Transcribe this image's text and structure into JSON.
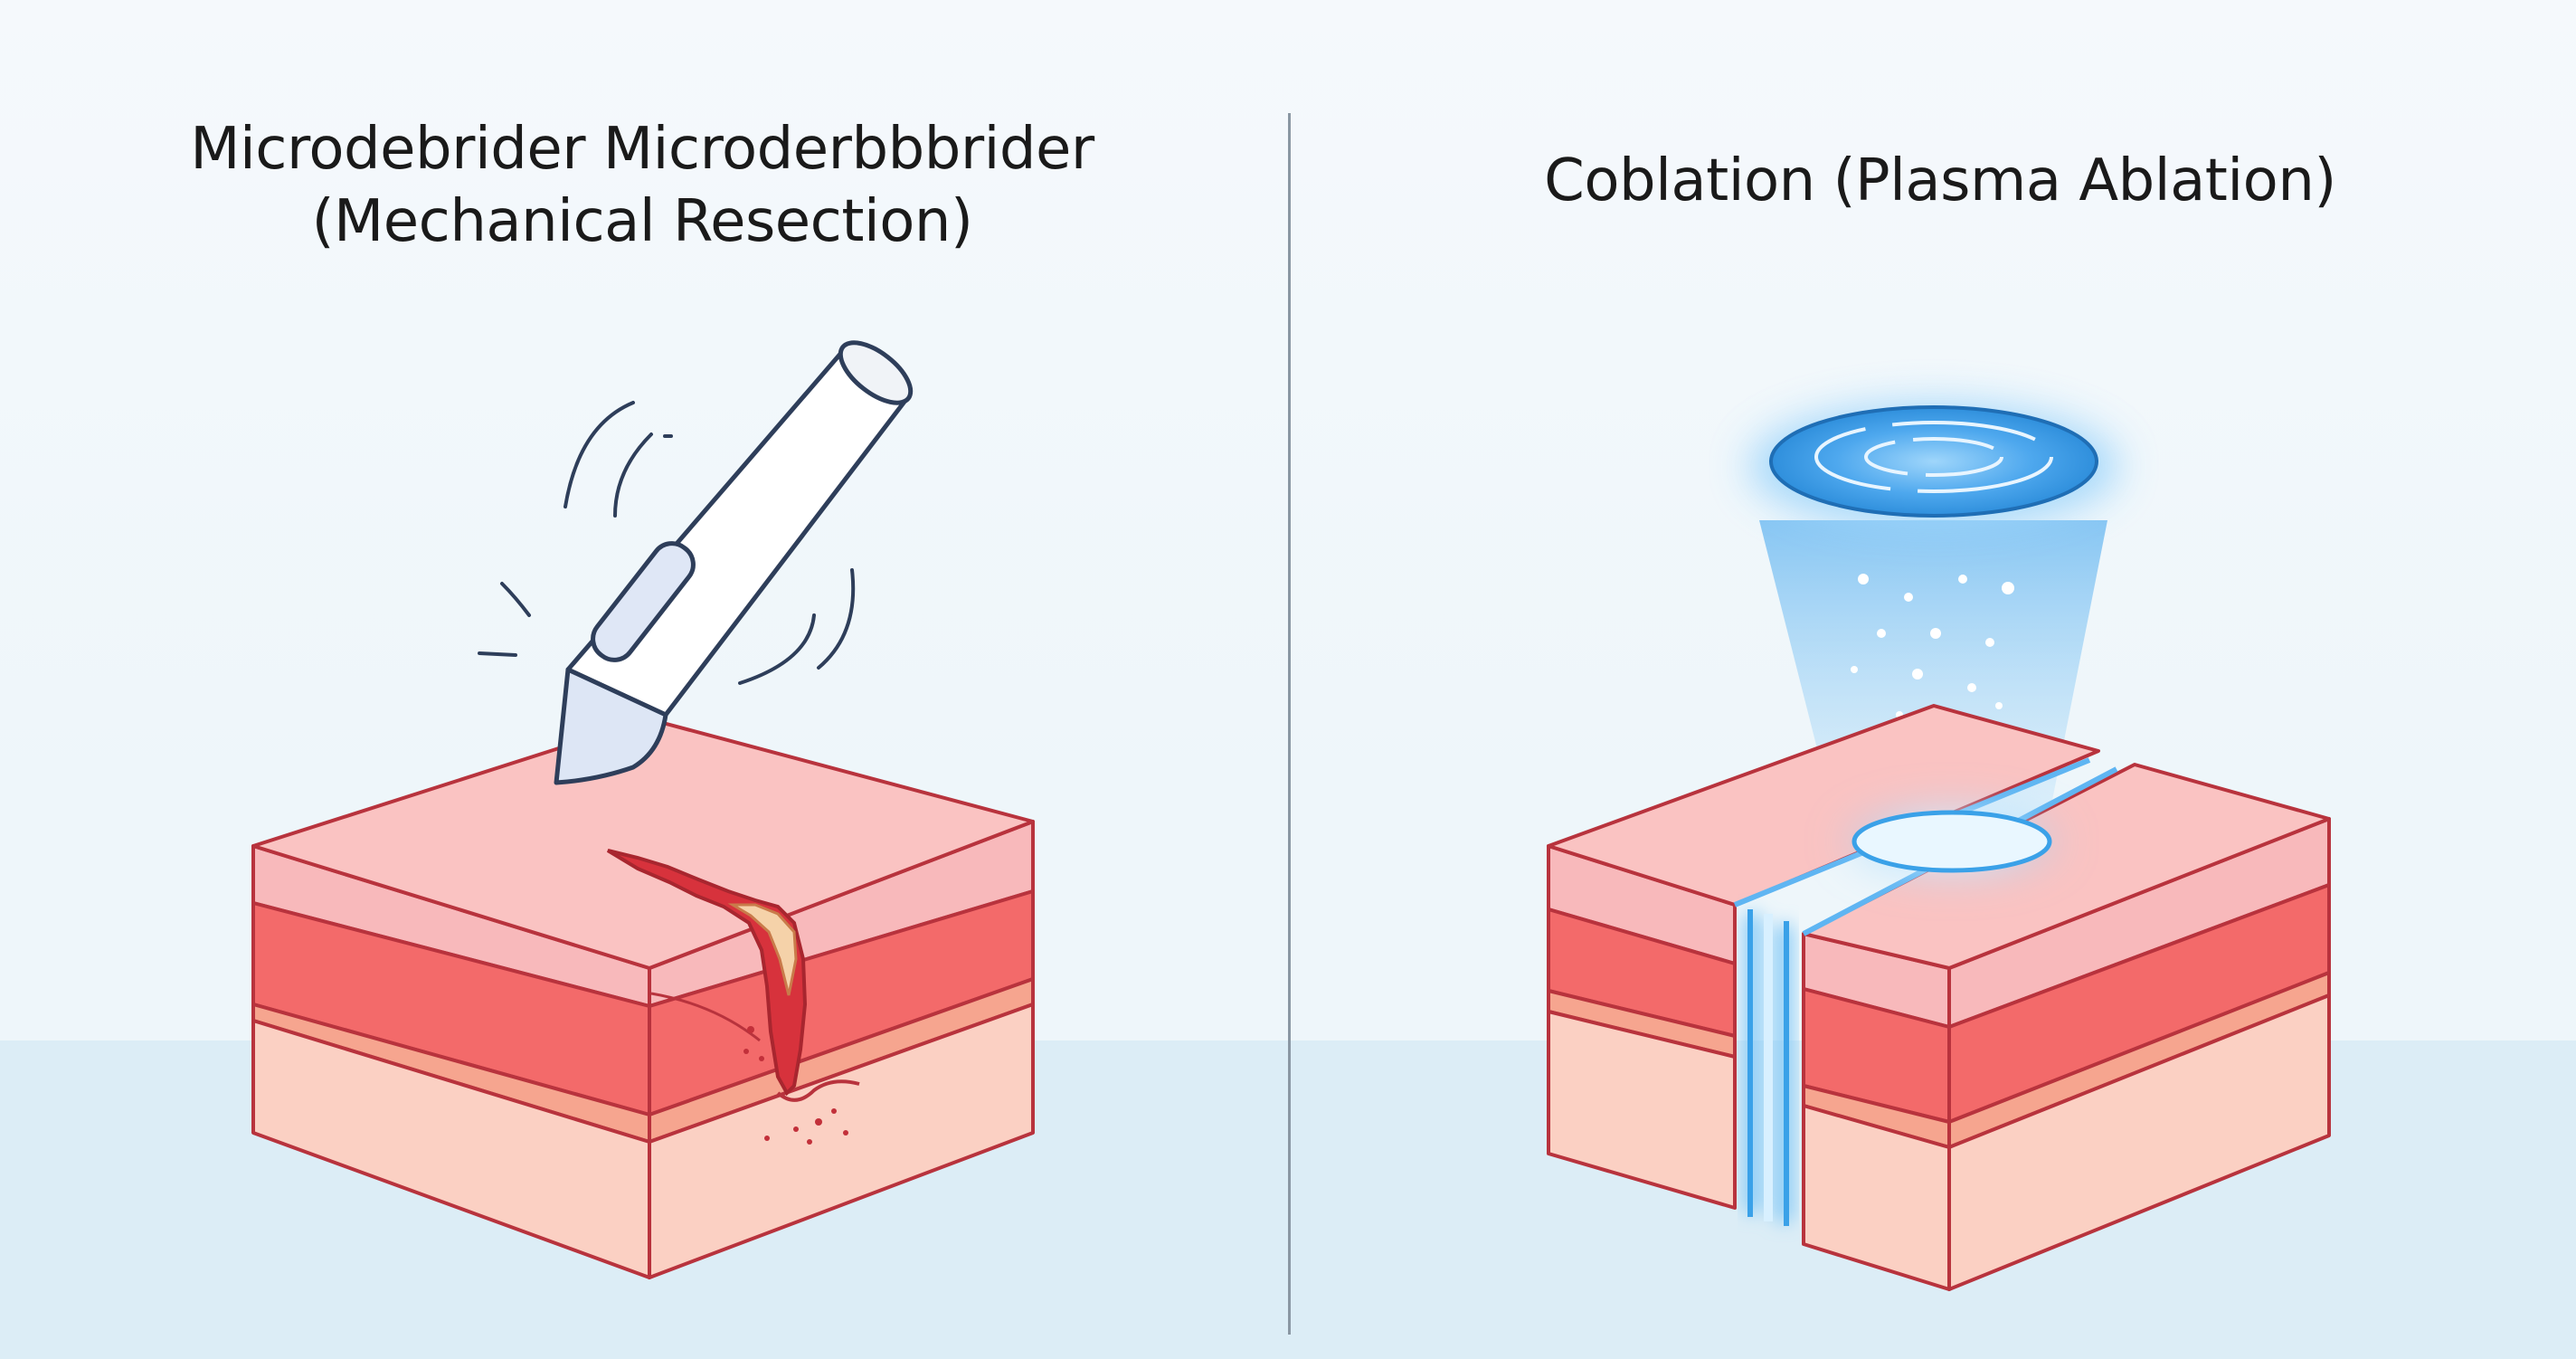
{
  "left_panel": {
    "title_line1": "Microdebrider Microderbbbrider",
    "title_line2": "(Mechanical Resection)"
  },
  "right_panel": {
    "title": "Coblation (Plasma Ablation)"
  },
  "colors": {
    "top_layer": "#f8b9bb",
    "middle_layer": "#f36a6a",
    "bottom_layer": "#fbd0c3",
    "outline": "#b8333d",
    "plasma": "#3aa1e8",
    "background": "#eef6fa"
  }
}
